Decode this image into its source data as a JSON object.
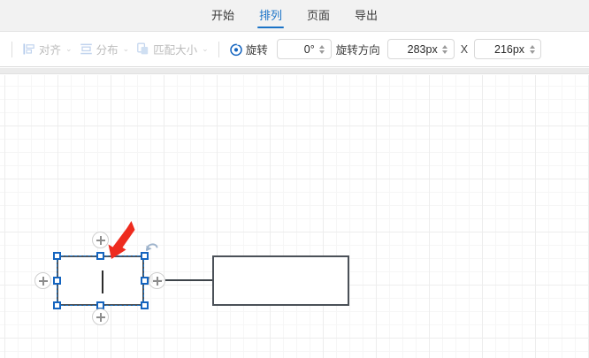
{
  "tabs": [
    {
      "label": "开始",
      "name": "tab-home",
      "active": false
    },
    {
      "label": "排列",
      "name": "tab-arrange",
      "active": true
    },
    {
      "label": "页面",
      "name": "tab-page",
      "active": false
    },
    {
      "label": "导出",
      "name": "tab-export",
      "active": false
    }
  ],
  "toolbar": {
    "align_label": "对齐",
    "distribute_label": "分布",
    "match_size_label": "匹配大小",
    "rotate_label": "旋转",
    "rotate_value": "0°",
    "rotate_direction_label": "旋转方向",
    "width_value": "283px",
    "dimension_separator": "X",
    "height_value": "216px",
    "caret_glyph": "⌄"
  },
  "canvas": {
    "shapes": [
      {
        "name": "rectangle-selected",
        "text": "",
        "selected": true
      },
      {
        "name": "rectangle-target",
        "text": "",
        "selected": false
      }
    ],
    "connector": {
      "name": "connector-arrow",
      "direction": "left"
    },
    "selection": {
      "handle_count": 8,
      "plus_handles": 3,
      "rotate_handle": true,
      "text_caret": true
    },
    "annotation": {
      "name": "red-arrow-pointer",
      "color": "#ee2b1e"
    }
  },
  "colors": {
    "accent": "#1a73c7",
    "shape_stroke": "#4b5158",
    "handle": "#1565c0",
    "grid_major": "#ededed",
    "grid_minor": "#f6f6f6",
    "ribbon_bg": "#f2f2f2"
  }
}
